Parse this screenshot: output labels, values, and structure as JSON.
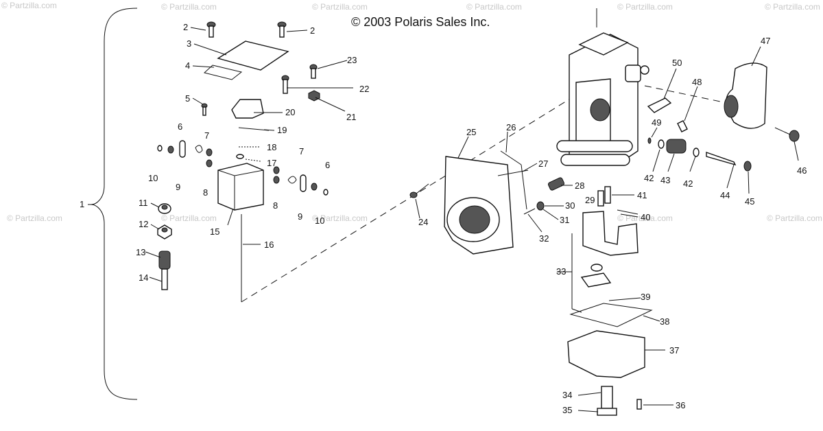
{
  "copyright": "© 2003 Polaris Sales Inc.",
  "watermark": "© Partzilla.com",
  "callouts": [
    "1",
    "2",
    "2",
    "3",
    "4",
    "5",
    "6",
    "6",
    "7",
    "7",
    "8",
    "8",
    "9",
    "9",
    "10",
    "10",
    "11",
    "12",
    "13",
    "14",
    "15",
    "16",
    "17",
    "18",
    "19",
    "20",
    "21",
    "22",
    "23",
    "24",
    "25",
    "26",
    "27",
    "28",
    "29",
    "30",
    "31",
    "32",
    "33",
    "34",
    "35",
    "36",
    "37",
    "38",
    "39",
    "40",
    "41",
    "42",
    "42",
    "43",
    "44",
    "45",
    "46",
    "47",
    "48",
    "49",
    "50"
  ]
}
